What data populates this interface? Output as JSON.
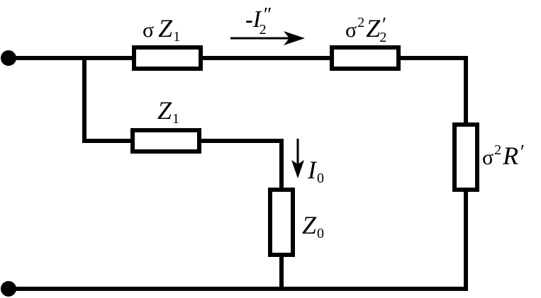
{
  "labels": {
    "z1_series_prefix": "σ",
    "z1_series_symbol": "Z",
    "z1_series_sub": "1",
    "current_top_sign": "-",
    "current_top_symbol": "I",
    "current_top_sub": "2",
    "current_top_prime": "″",
    "z2_prefix": "σ",
    "z2_sup": "2",
    "z2_symbol": "Z",
    "z2_sub": "2",
    "z2_prime": "′",
    "z1_branch_symbol": "Z",
    "z1_branch_sub": "1",
    "i0_symbol": "I",
    "i0_sub": "0",
    "z0_symbol": "Z",
    "z0_sub": "0",
    "r_prefix": "σ",
    "r_sup": "2",
    "r_symbol": "R",
    "r_prime": "′"
  },
  "colors": {
    "ink": "#000000",
    "background": "#ffffff"
  }
}
